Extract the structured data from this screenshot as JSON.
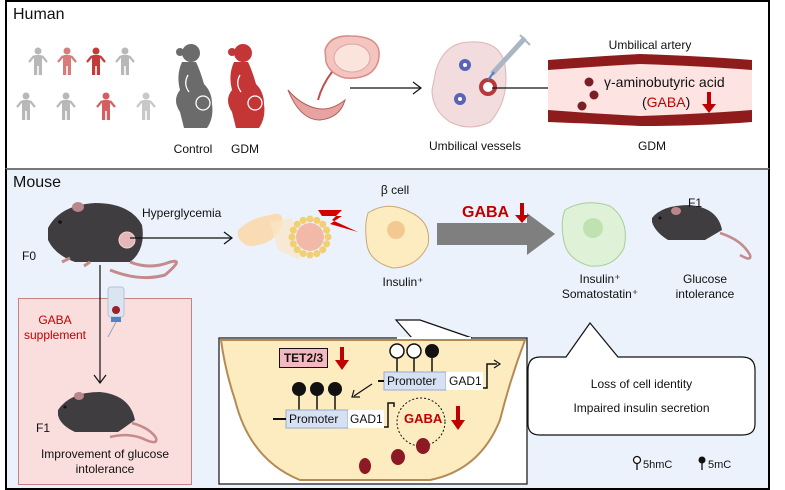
{
  "human": {
    "title": "Human",
    "labels": {
      "control": "Control",
      "gdm": "GDM",
      "umbilical_vessels": "Umbilical vessels",
      "umbilical_artery": "Umbilical artery",
      "gaba_full": "γ-aminobutyric acid",
      "gaba_open": "(",
      "gaba_abbr": "GABA",
      "gaba_close": ")",
      "artery_gdm": "GDM"
    },
    "people_colors": [
      [
        "#b8b8b8",
        "#d77b7b",
        "#c43b3b",
        "#b8b8b8"
      ],
      [
        "#b8b8b8",
        "#b8b8b8",
        "#d36060",
        "#c8c8c8"
      ]
    ]
  },
  "mouse": {
    "title": "Mouse",
    "labels": {
      "f0": "F0",
      "hyperglycemia": "Hyperglycemia",
      "beta_cell": "β cell",
      "insulin_plus": "Insulin⁺",
      "gaba_decrease": "GABA",
      "result_insulin": "Insulin⁺",
      "result_somatostatin": "Somatostatin⁺",
      "f1_top": "F1",
      "glucose_line1": "Glucose",
      "glucose_line2": "intolerance",
      "supplement_line1": "GABA",
      "supplement_line2": "supplement",
      "f1_bottom": "F1",
      "improvement_line1": "Improvement of glucose",
      "improvement_line2": "intolerance"
    },
    "mechanism": {
      "tet": "TET2/3",
      "promoter_top": "Promoter",
      "gad1_top": "GAD1",
      "promoter_bottom": "Promoter",
      "gad1_bottom": "GAD1",
      "gaba": "GABA"
    },
    "callout": {
      "line1": "Loss of cell identity",
      "line2": "Impaired insulin secretion"
    },
    "legend": [
      {
        "icon": "open-lollipop",
        "label": "5hmC"
      },
      {
        "icon": "filled-lollipop",
        "label": "5mC"
      }
    ]
  },
  "colors": {
    "accent_red": "#c00000",
    "gdm_red": "#c43535",
    "control_gray": "#6b6b6b",
    "mouse_bg": "#ebf2fb",
    "supplement_bg": "#fadddd",
    "cell_yellow": "#fcecc0",
    "cell_green": "#dff2d8",
    "promoter_blue": "#d6e1f3",
    "artery_dark": "#8e1c1c",
    "artery_light": "#fde3e1"
  }
}
